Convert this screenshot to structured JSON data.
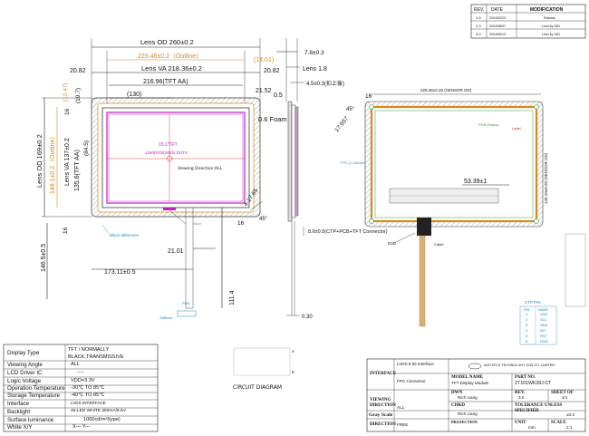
{
  "revision_table": {
    "headers": [
      "REV.",
      "DATE",
      "MODIFICATION"
    ],
    "rows": [
      [
        "1.0",
        "2024/02/23",
        "Release"
      ],
      [
        "2.0",
        "2024/08/07",
        "Lens by IGD"
      ],
      [
        "3.0",
        "2024/09/13",
        "Lens by IGD"
      ]
    ]
  },
  "front_view": {
    "lens_od_w": "Lens OD 260±0.2",
    "outline_w": "229.46±0.2（Outline）",
    "outline_side": "(14.01)",
    "left_20": "20.82",
    "lens_va_w": "Lens VA 218.36±0.2",
    "right_20": "20.82",
    "tft_aa_w": "216.96(TFT AA)",
    "right_21": "21.52",
    "half_130": "(130)",
    "lens_od_h": "Lens OD 169±0.2",
    "outline_h": "149.1±0.2（Outline）",
    "top_12": "(12.47)",
    "top_19": "(19.7)",
    "top_16": "16",
    "half_84": "(84.5)",
    "lens_va_h": "Lens VA 137±0.2",
    "tft_aa_h": "135.6(TFT AA)",
    "bottom_16": "16",
    "panel_label": "15.1\"TFT",
    "resolution": "1280(RGB)X800 DOTS",
    "viewing": "Viewing Direction:ALL",
    "black_ink": "Black silkscreen",
    "fpc_right": "21.01",
    "hole_r": "4-17.65",
    "fpc_tab": "16",
    "fpc_tab_45": "45°",
    "total_h": "146.5±0.5",
    "fpc_len": "173.11±0.5",
    "fpc_tail": "111.4",
    "pin1": "PIN1",
    "stiffener": "Stiffener"
  },
  "side_view": {
    "top_dim": "7.8±0.3",
    "lens_thk": "Lens 1.8",
    "module_thk": "4.5±0.3(扣上後)",
    "gap": "0.5",
    "foam": "0.6 Foam",
    "connector": "8.6±0.5(CTP+PCB+TFT Connector)",
    "bottom": "0.30"
  },
  "back_view": {
    "top_label": "229.46±0.20 (SENSOR OD)",
    "dim_16": "16",
    "angle": "45°",
    "dim_17": "17.657",
    "dim_53": "53.39±1",
    "side_label": "149.10±0.20 (SENSOR OD)",
    "cable": "Cable",
    "esd": "ESD",
    "pcb_note": "PCB (Glass)",
    "label_note": "Label",
    "fpc_note": "FPC (L=45mm)"
  },
  "pin_table": {
    "title": "CTP PIN",
    "headers": [
      "PIN",
      "NAME"
    ],
    "rows": [
      [
        "1",
        "VDD"
      ],
      [
        "2",
        "SCL"
      ],
      [
        "3",
        "SDA"
      ],
      [
        "4",
        "INT"
      ],
      [
        "5",
        "RST"
      ],
      [
        "6",
        "GND"
      ]
    ]
  },
  "spec_table": {
    "rows": [
      [
        "Display Type",
        "TFT / NORMALLY BLACK,TRANSMISSIVE"
      ],
      [
        "Viewing Angle",
        "ALL"
      ],
      [
        "LCD Driver IC",
        "----"
      ],
      [
        "Logic Voltage",
        "VDD=3.3V"
      ],
      [
        "Operation Temperature",
        "-30℃ TO 85℃"
      ],
      [
        "Storage Temperature",
        "-40℃ TO 85℃"
      ],
      [
        "Interface",
        "LVDS INTERFACE"
      ],
      [
        "Backlight",
        "45-LED WHITE 360mA/9.6V"
      ],
      [
        "Surface luminance",
        "1000cd/m²(type)"
      ],
      [
        "White X/Y",
        "X---  Y---"
      ]
    ]
  },
  "circuit": {
    "label": "CIRCUIT DIAGRAM",
    "a": "A",
    "k": "K"
  },
  "title_block": {
    "interface_label": "INTERFACE",
    "interface_val": "LVDS 8 bit Interface",
    "fpc_val": "FPC Connector",
    "company": "ACDTECH TECHNOLOGY (SZ) CO.,LIMITED",
    "model_label": "MODEL NAME",
    "model_val": "TFT Display Module",
    "part_label": "PART NO.",
    "part_val": "ZT101WK28J-CT",
    "dwn_label": "DWN",
    "dwn_val": "Rich Liang",
    "rev_label": "REV.",
    "rev_val": "3.0",
    "sheet_label": "SHEET OF",
    "sheet_val": "1/1",
    "viewing_label": "VIEWING DIRECTION",
    "viewing_val": "ALL",
    "chkd_label": "CHKD",
    "chkd_val": "Rich Liang",
    "tol_label": "TOLERANCE UNLESS SPECIFIED",
    "tol_val": "±0.3",
    "gray_label": "Gray Scale",
    "proj_label": "PROJECTION",
    "unit_label": "UNIT",
    "unit_val": "mm",
    "scale_label": "SCALE",
    "scale_val": "1:1",
    "direction_label": "DIRECTION",
    "direction_val": "FREE"
  }
}
